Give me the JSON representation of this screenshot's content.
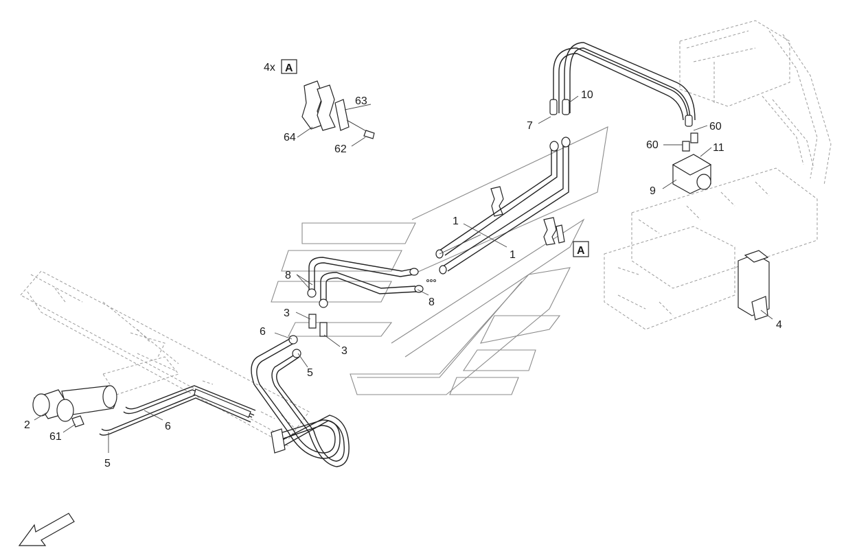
{
  "callouts": [
    "1",
    "1",
    "2",
    "3",
    "3",
    "4",
    "5",
    "5",
    "6",
    "6",
    "7",
    "8",
    "8",
    "9",
    "10",
    "11",
    "60",
    "60",
    "61",
    "62",
    "63",
    "64"
  ],
  "detail_ref": {
    "count_prefix": "4x",
    "letter": "A"
  },
  "ref_marker": "A"
}
